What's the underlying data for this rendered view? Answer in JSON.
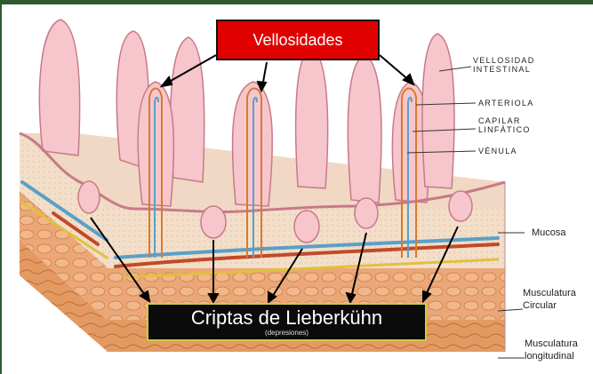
{
  "title_box": "Vellosidades",
  "crypt_box": {
    "title": "Criptas de Lieberkühn",
    "subtitle": "(depresiones)"
  },
  "labels": {
    "vellosidad": "VELLOSIDAD\nINTESTINAL",
    "arteriola": "ARTERIOLA",
    "capilar": "CAPILAR\nLINFÁTICO",
    "venula": "VÉNULA",
    "mucosa": "Mucosa",
    "circular": "Musculatura\nCircular",
    "longitudinal": "Musculatura\nlongitudinal"
  },
  "colors": {
    "villus": "#f6c6cc",
    "villus_edge": "#c77a88",
    "artery": "#d97a2a",
    "lymph": "#5aa0c8",
    "muscle": "#d88a4e",
    "box_red": "#e00000"
  }
}
